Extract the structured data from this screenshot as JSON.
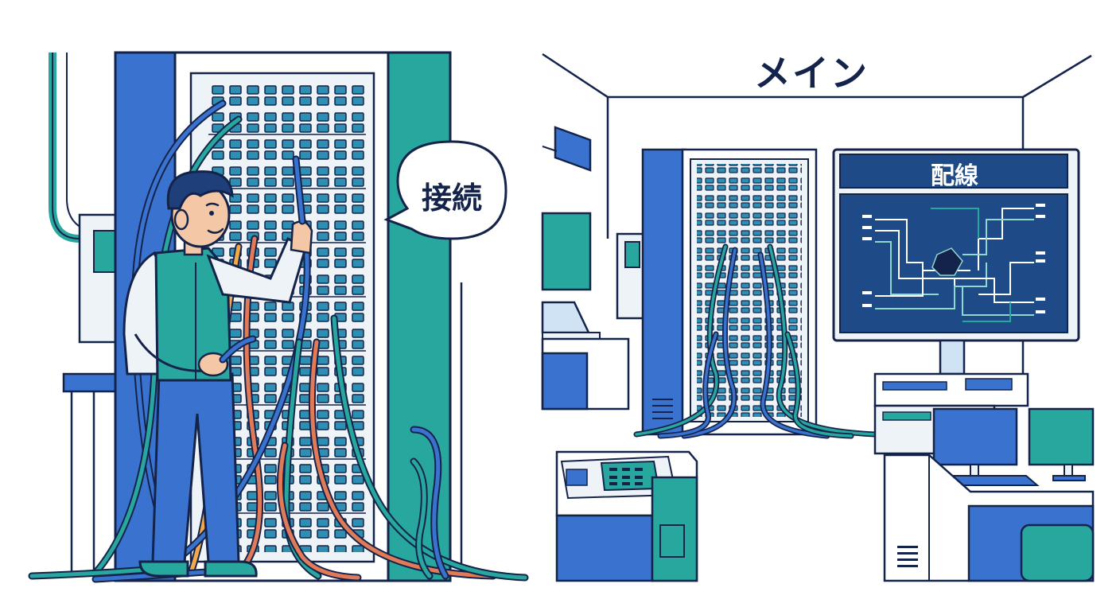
{
  "speech_bubble": {
    "text": "接続"
  },
  "room": {
    "title": "メイン"
  },
  "monitor": {
    "title": "配線"
  },
  "colors": {
    "navy_outline": "#14234a",
    "blue": "#3a73cf",
    "teal": "#27a79e",
    "light_panel": "#eef3f8",
    "orange_cable": "#e07a58",
    "monitor_bg": "#1e4a88"
  },
  "icons": [
    "speech-bubble-icon",
    "technician-figure",
    "server-rack-icon",
    "monitor-icon",
    "computer-icon"
  ]
}
